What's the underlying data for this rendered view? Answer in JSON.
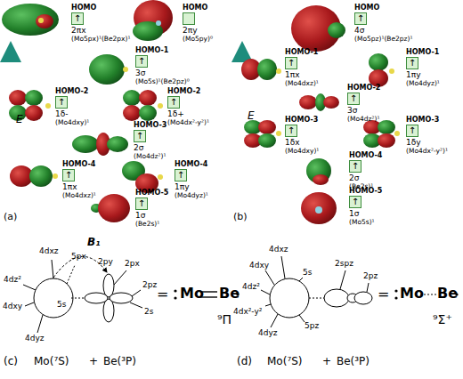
{
  "diagram": {
    "nodes": [
      {
        "text": [
          "HOMO",
          "↑",
          "2πx",
          "(Mo5px)¹(Be2px)¹"
        ]
      },
      {
        "text": [
          "HOMO",
          "2πy",
          "(Mo5py)⁰"
        ]
      },
      {
        "text": [
          "HOMO-1",
          "↑",
          "3σ",
          "(Mo5s)¹(Be2pz)⁰"
        ]
      },
      {
        "text": [
          "HOMO-2",
          "↑",
          "1δ-",
          "(Mo4dxy)¹"
        ]
      },
      {
        "text": [
          "HOMO-2",
          "↑",
          "1δ+",
          "(Mo4dx²-y²)¹"
        ]
      },
      {
        "text": [
          "HOMO-3",
          "↑",
          "2σ",
          "(Mo4dz²)¹"
        ]
      },
      {
        "text": [
          "HOMO-4",
          "↑",
          "1πx",
          "(Mo4dxz)¹"
        ]
      },
      {
        "text": [
          "HOMO-4",
          "↑",
          "1πy",
          "(Mo4dyz)¹"
        ]
      },
      {
        "text": [
          "HOMO-5",
          "↑",
          "1σ",
          "(Be2s)¹"
        ]
      },
      {
        "text": [
          "HOMO",
          "↑",
          "4σ",
          "(Mo5pz)¹(Be2pz)¹"
        ]
      },
      {
        "text": [
          "HOMO-1",
          "↑",
          "1πx",
          "(Mo4dxz)¹"
        ]
      },
      {
        "text": [
          "HOMO-1",
          "↑",
          "1πy",
          "(Mo4dyz)¹"
        ]
      },
      {
        "text": [
          "HOMO-2",
          "↑",
          "3σ",
          "(Mo4dz²)¹"
        ]
      },
      {
        "text": [
          "HOMO-3",
          "↑",
          "1δx",
          "(Mo4dxy)¹"
        ]
      },
      {
        "text": [
          "HOMO-3",
          "↑",
          "1δy",
          "(Mo4dx²-y²)¹"
        ]
      },
      {
        "text": [
          "HOMO-4",
          "↑",
          "2σ",
          "(Be2s)¹"
        ]
      },
      {
        "text": [
          "HOMO-5",
          "↑",
          "1σ",
          "(Mo5s)¹"
        ]
      }
    ],
    "labels": [
      "(a)",
      "E",
      "(b)",
      "E",
      "B₁",
      "4dxz",
      "5px",
      "4dz²",
      "5s",
      "4dxy",
      "4dyz",
      "2py",
      "2px",
      "2pz",
      "2s",
      "=",
      "Mo",
      "Be",
      "⁹Π",
      "(c)",
      "Mo(⁷S)",
      "+",
      "Be(³P)",
      "4dxz",
      "4dxy",
      "4dz²",
      "4dx²-y²",
      "4dyz",
      "5s",
      "5pz",
      "2spz",
      "2pz",
      "=",
      "Mo",
      "Be",
      "⁹Σ⁺",
      "(d)",
      "Mo(⁷S)",
      "+",
      "Be(³P)"
    ]
  }
}
